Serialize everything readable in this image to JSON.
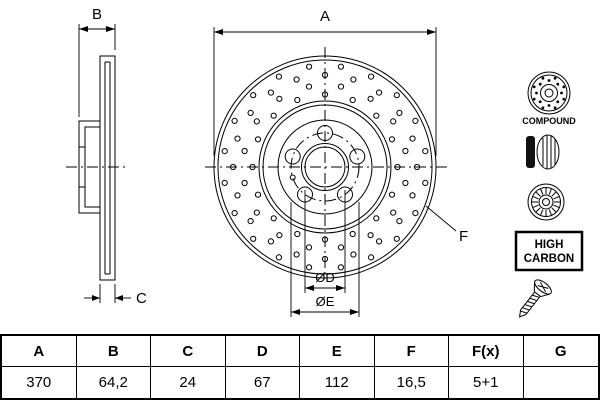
{
  "diagram": {
    "dim_labels": {
      "a": "A",
      "b": "B",
      "c": "C",
      "d": "ØD",
      "e": "ØE",
      "f": "F"
    },
    "badges": {
      "compound": "COMPOUND",
      "high_carbon_1": "HIGH",
      "high_carbon_2": "CARBON"
    },
    "icons": [
      "compound-disc-icon",
      "brake-pad-with-disc-icon",
      "coated-disc-icon",
      "high-carbon-badge",
      "countersunk-screw-icon"
    ]
  },
  "table": {
    "headers": [
      "A",
      "B",
      "C",
      "D",
      "E",
      "F",
      "F(x)",
      "G"
    ],
    "values": [
      "370",
      "64,2",
      "24",
      "67",
      "112",
      "16,5",
      "5+1",
      ""
    ]
  }
}
